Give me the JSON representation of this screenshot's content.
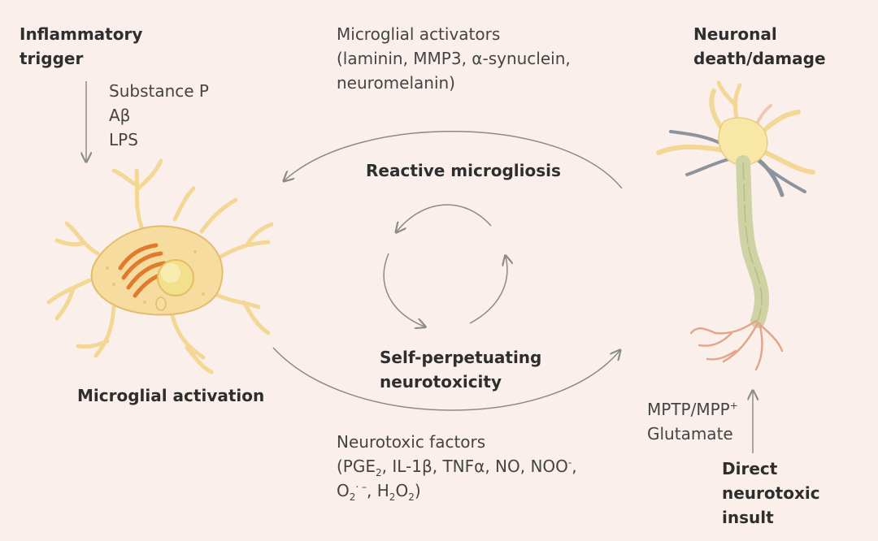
{
  "inflammatory_trigger": {
    "line1": "Inflammatory",
    "line2": "trigger"
  },
  "triggers": [
    "Substance P",
    "Aβ",
    "LPS"
  ],
  "microglial_activators": {
    "line1": "Microglial activators",
    "line2": "(laminin, MMP3, α-synuclein,",
    "line3": "neuromelanin)"
  },
  "neuronal_damage": {
    "line1": "Neuronal",
    "line2": "death/damage"
  },
  "reactive_microgliosis": "Reactive microgliosis",
  "self_perpetuating": {
    "line1": "Self-perpetuating",
    "line2": "neurotoxicity"
  },
  "microglial_activation": "Microglial activation",
  "neurotoxic_factors": {
    "line1": "Neurotoxic factors",
    "line2_a": "(PGE",
    "line2_a_sub": "2",
    "line2_b": ", IL-1β, TNFα, NO, NOO",
    "line2_b_sup": "-",
    "line2_c": ",",
    "line3_a": "O",
    "line3_a_sub": "2",
    "line3_a_sup": "· –",
    "line3_b": ", H",
    "line3_b_sub": "2",
    "line3_c": "O",
    "line3_c_sub": "2",
    "line3_d": ")"
  },
  "toxins": {
    "line1_a": "MPTP/MPP",
    "line1_sup": "+",
    "line2": "Glutamate"
  },
  "direct_insult": {
    "line1": "Direct",
    "line2": "neurotoxic",
    "line3": "insult"
  },
  "colors": {
    "background": "#fbefec",
    "arrow": "#8a8a8a",
    "microglia_fill": "#f6dc9e",
    "microglia_stroke": "#e2bd6a",
    "organelle": "#e07a2e",
    "nucleus": "#f3e08a",
    "neuron_body": "#f8e7a6",
    "axon": "#cfd3a3",
    "dendrite_damaged": "#8b949c",
    "terminal": "#e2a78a"
  }
}
